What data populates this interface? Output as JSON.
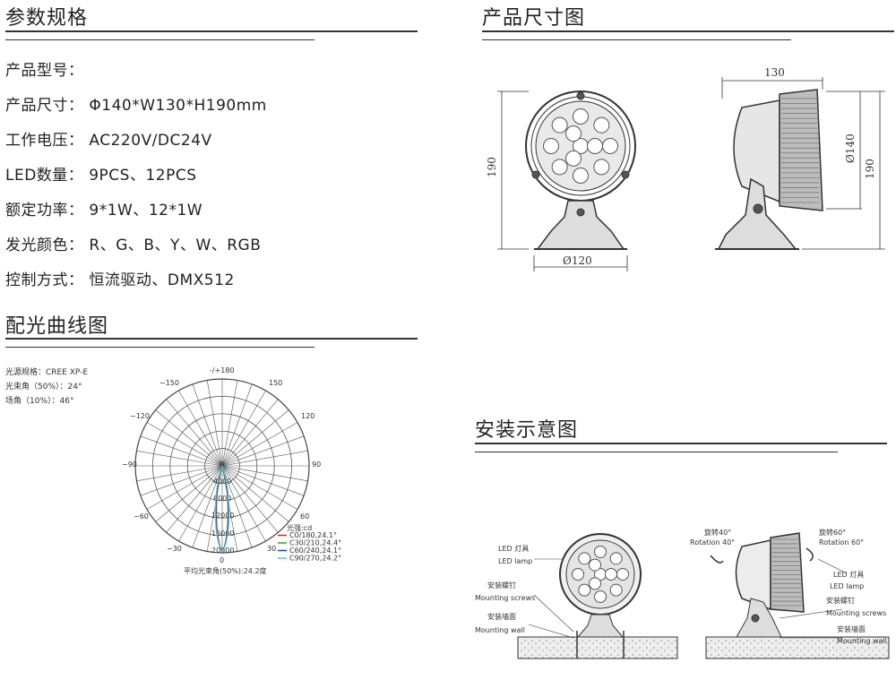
{
  "sections": {
    "specs_title": "参数规格",
    "dimensions_title": "产品尺寸图",
    "light_curve_title": "配光曲线图",
    "install_title": "安装示意图"
  },
  "specs": [
    {
      "label": "产品型号：",
      "value": ""
    },
    {
      "label": "产品尺寸：",
      "value": "Φ140*W130*H190mm"
    },
    {
      "label": "工作电压：",
      "value": "AC220V/DC24V"
    },
    {
      "label": "LED数量：",
      "value": "9PCS、12PCS"
    },
    {
      "label": "额定功率：",
      "value": "9*1W、12*1W"
    },
    {
      "label": "发光颜色：",
      "value": "R、G、B、Y、W、RGB"
    },
    {
      "label": "控制方式：",
      "value": "恒流驱动、DMX512"
    }
  ],
  "photometric": {
    "source": "光源规格：CREE XP-E",
    "beam_angle": "光束角（50%）：24°",
    "field_angle": "场角（10%）：46°",
    "angle_labels": {
      "top": "-/+180",
      "a150n": "−150",
      "a150": "150",
      "a120n": "−120",
      "a120": "120",
      "a90n": "−90",
      "a90": "90",
      "a60n": "−60",
      "a60": "60",
      "a30n": "−30",
      "a30": "30",
      "bottom": "0",
      "center": "0"
    },
    "radial_labels": [
      "4000",
      "8000",
      "12000",
      "16000",
      "20000"
    ],
    "unit_label": "光强:cd",
    "legend": [
      {
        "label": "C0/180,24.1°",
        "color": "#d62728"
      },
      {
        "label": "C30/210,24.4°",
        "color": "#2ca02c"
      },
      {
        "label": "C60/240,24.1°",
        "color": "#1f3fbf"
      },
      {
        "label": "C90/270,24.2°",
        "color": "#5bc0de"
      }
    ],
    "average": "平均光束角(50%):24.2度"
  },
  "dimensions": {
    "width": "130",
    "height_front": "190",
    "height_side": "190",
    "diameter": "Ø140",
    "base": "Ø120"
  },
  "install": {
    "rotation_left_cn": "旋转40°",
    "rotation_left_en": "Rotation 40°",
    "rotation_right_cn": "旋转60°",
    "rotation_right_en": "Rotation 60°",
    "left": {
      "lamp_cn": "LED 灯具",
      "lamp_en": "LED lamp",
      "screws_cn": "安装螺钉",
      "screws_en": "Mounting screws",
      "wall_cn": "安装墙面",
      "wall_en": "Mounting wall"
    },
    "right": {
      "lamp_cn": "LED 灯具",
      "lamp_en": "LED lamp",
      "screws_cn": "安装螺钉",
      "screws_en": "Mounting screws",
      "wall_cn": "安装墙面",
      "wall_en": "Mounting wall"
    }
  }
}
